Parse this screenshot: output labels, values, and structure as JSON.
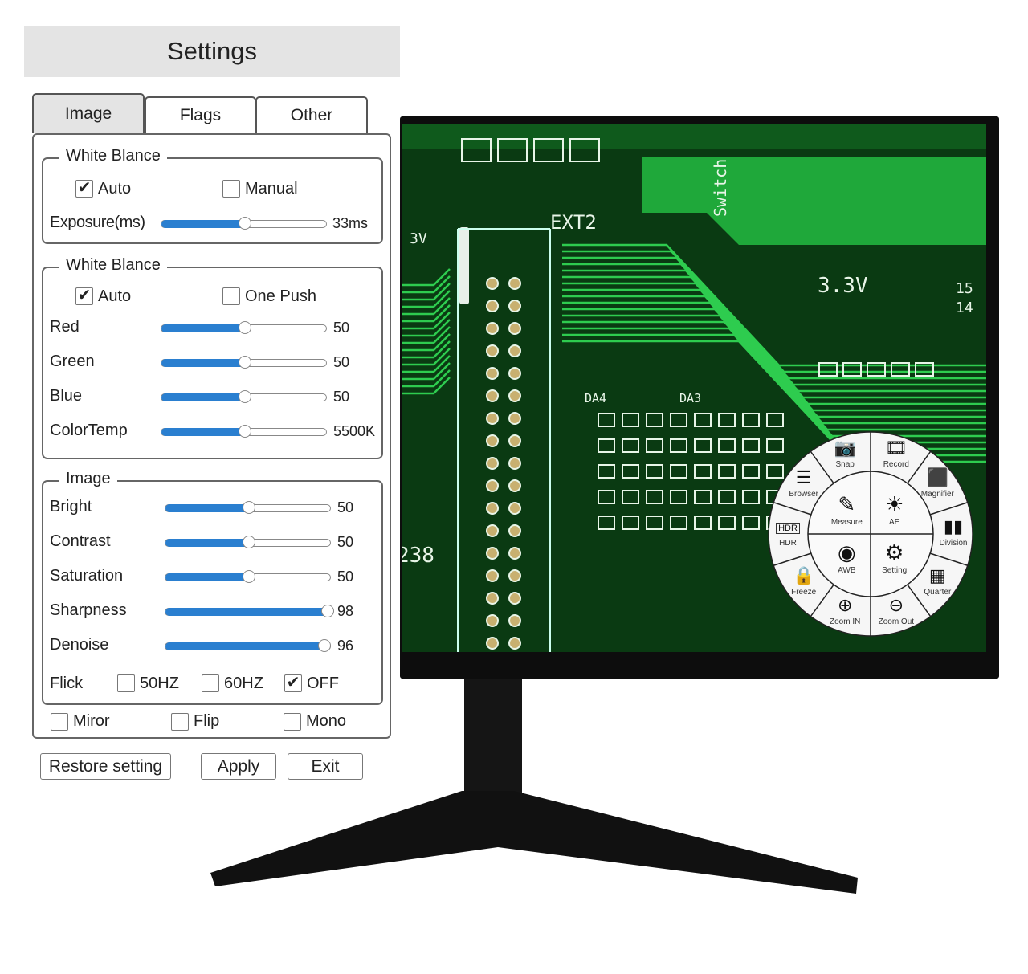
{
  "settings": {
    "title": "Settings",
    "tabs": [
      "Image",
      "Flags",
      "Other"
    ],
    "exposure_group": {
      "legend": "White Blance",
      "auto_label": "Auto",
      "auto_checked": true,
      "manual_label": "Manual",
      "manual_checked": false,
      "exposure_label": "Exposure(ms)",
      "exposure_value": "33ms",
      "exposure_fraction": 0.5
    },
    "wb_group": {
      "legend": "White Blance",
      "auto_label": "Auto",
      "auto_checked": true,
      "onepush_label": "One Push",
      "onepush_checked": false,
      "sliders": [
        {
          "label": "Red",
          "value": "50",
          "fraction": 0.5
        },
        {
          "label": "Green",
          "value": "50",
          "fraction": 0.5
        },
        {
          "label": "Blue",
          "value": "50",
          "fraction": 0.5
        },
        {
          "label": "ColorTemp",
          "value": "5500K",
          "fraction": 0.5
        }
      ]
    },
    "image_group": {
      "legend": "Image",
      "sliders": [
        {
          "label": "Bright",
          "value": "50",
          "fraction": 0.5
        },
        {
          "label": "Contrast",
          "value": "50",
          "fraction": 0.5
        },
        {
          "label": "Saturation",
          "value": "50",
          "fraction": 0.5
        },
        {
          "label": "Sharpness",
          "value": "98",
          "fraction": 0.98
        },
        {
          "label": "Denoise",
          "value": "96",
          "fraction": 0.96
        }
      ],
      "flick_label": "Flick",
      "flick_options": [
        {
          "label": "50HZ",
          "checked": false
        },
        {
          "label": "60HZ",
          "checked": false
        },
        {
          "label": "OFF",
          "checked": true
        }
      ]
    },
    "bottom_options": [
      {
        "label": "Miror",
        "checked": false
      },
      {
        "label": "Flip",
        "checked": false
      },
      {
        "label": "Mono",
        "checked": false
      }
    ],
    "buttons": {
      "restore": "Restore setting",
      "apply": "Apply",
      "exit": "Exit"
    }
  },
  "pcb_labels": [
    "EXT2",
    "Switch",
    "3.3V",
    "3V",
    "DA4",
    "DA3",
    "15",
    "14",
    "238"
  ],
  "radial_menu": {
    "outer": [
      {
        "label": "Record",
        "icon": "record-icon"
      },
      {
        "label": "Magnifier",
        "icon": "magnifier-icon"
      },
      {
        "label": "Division",
        "icon": "division-icon"
      },
      {
        "label": "Quarter",
        "icon": "quarter-icon"
      },
      {
        "label": "Zoom Out",
        "icon": "zoom-out-icon"
      },
      {
        "label": "Zoom IN",
        "icon": "zoom-in-icon"
      },
      {
        "label": "Freeze",
        "icon": "freeze-icon"
      },
      {
        "label": "HDR",
        "icon": "hdr-icon"
      },
      {
        "label": "Browser",
        "icon": "browser-icon"
      },
      {
        "label": "Snap",
        "icon": "camera-icon"
      }
    ],
    "inner": [
      {
        "label": "AE",
        "icon": "ae-icon"
      },
      {
        "label": "Setting",
        "icon": "gear-icon"
      },
      {
        "label": "AWB",
        "icon": "awb-icon"
      },
      {
        "label": "Measure",
        "icon": "measure-icon"
      }
    ]
  },
  "colors": {
    "accent": "#2a7fd0",
    "pcb": "#0a3a12",
    "pcb_bright": "#1fa83a"
  }
}
